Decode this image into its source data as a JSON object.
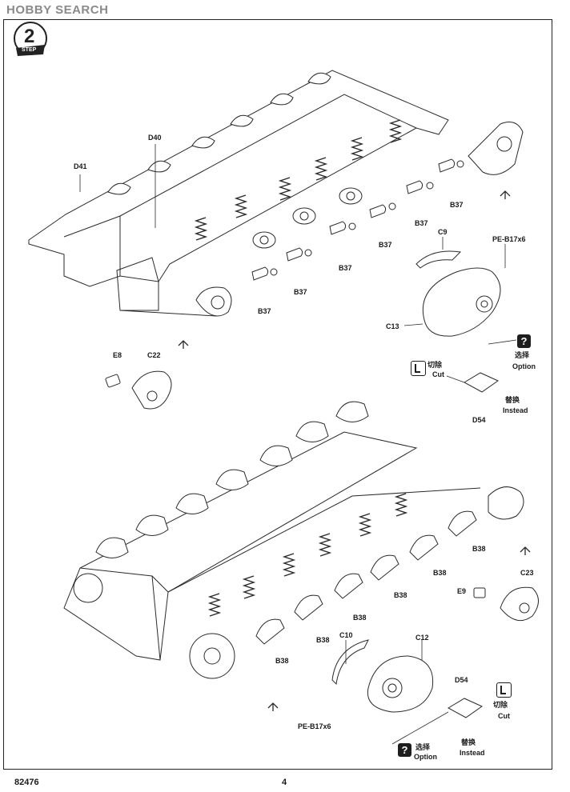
{
  "header": {
    "watermark": "HOBBY SEARCH"
  },
  "step": {
    "number": "2",
    "label": "STEP"
  },
  "labels": {
    "d41": "D41",
    "d40": "D40",
    "b37": "B37",
    "c9": "C9",
    "pe_b17x6": "PE-B17x6",
    "c13": "C13",
    "e8": "E8",
    "c22": "C22",
    "b38": "B38",
    "c23": "C23",
    "e9": "E9",
    "c10": "C10",
    "c12": "C12",
    "d54": "D54"
  },
  "legend": {
    "cut_cn": "切除",
    "cut_en": "Cut",
    "option_cn": "选择",
    "option_en": "Option",
    "instead_cn": "替换",
    "instead_en": "Instead",
    "option_mark": "?"
  },
  "footer": {
    "catalog_no": "82476",
    "page_no": "4"
  }
}
